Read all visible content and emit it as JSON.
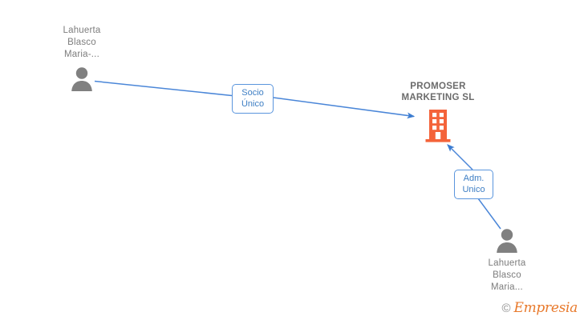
{
  "diagram": {
    "type": "ownership-graph",
    "background": "#ffffff",
    "colors": {
      "person": "#808080",
      "company": "#f4633a",
      "edge": "#4a86d8",
      "label_text": "#3d7ec4",
      "label_border": "#5a95dd",
      "node_text": "#7d7d7d",
      "company_text": "#6b6b6b",
      "watermark_brand": "#e87a2d",
      "watermark_copy": "#8e8e8e"
    },
    "nodes": [
      {
        "id": "person-top",
        "kind": "person",
        "icon": "person-icon",
        "label": "Lahuerta\nBlasco\nMaria-...",
        "label_position": "above"
      },
      {
        "id": "company",
        "kind": "company",
        "icon": "building-icon",
        "label": "PROMOSER\nMARKETING SL",
        "label_position": "above"
      },
      {
        "id": "person-bottom",
        "kind": "person",
        "icon": "person-icon",
        "label": "Lahuerta\nBlasco\nMaria...",
        "label_position": "below"
      }
    ],
    "edges": [
      {
        "id": "edge-socio-unico",
        "from": "person-top",
        "to": "company",
        "label": "Socio\nÚnico",
        "arrow": "to"
      },
      {
        "id": "edge-adm-unico",
        "from": "person-bottom",
        "to": "company",
        "label": "Adm.\nUnico",
        "arrow": "to"
      }
    ]
  },
  "watermark": {
    "copyright": "©",
    "brand": "Empresia"
  }
}
